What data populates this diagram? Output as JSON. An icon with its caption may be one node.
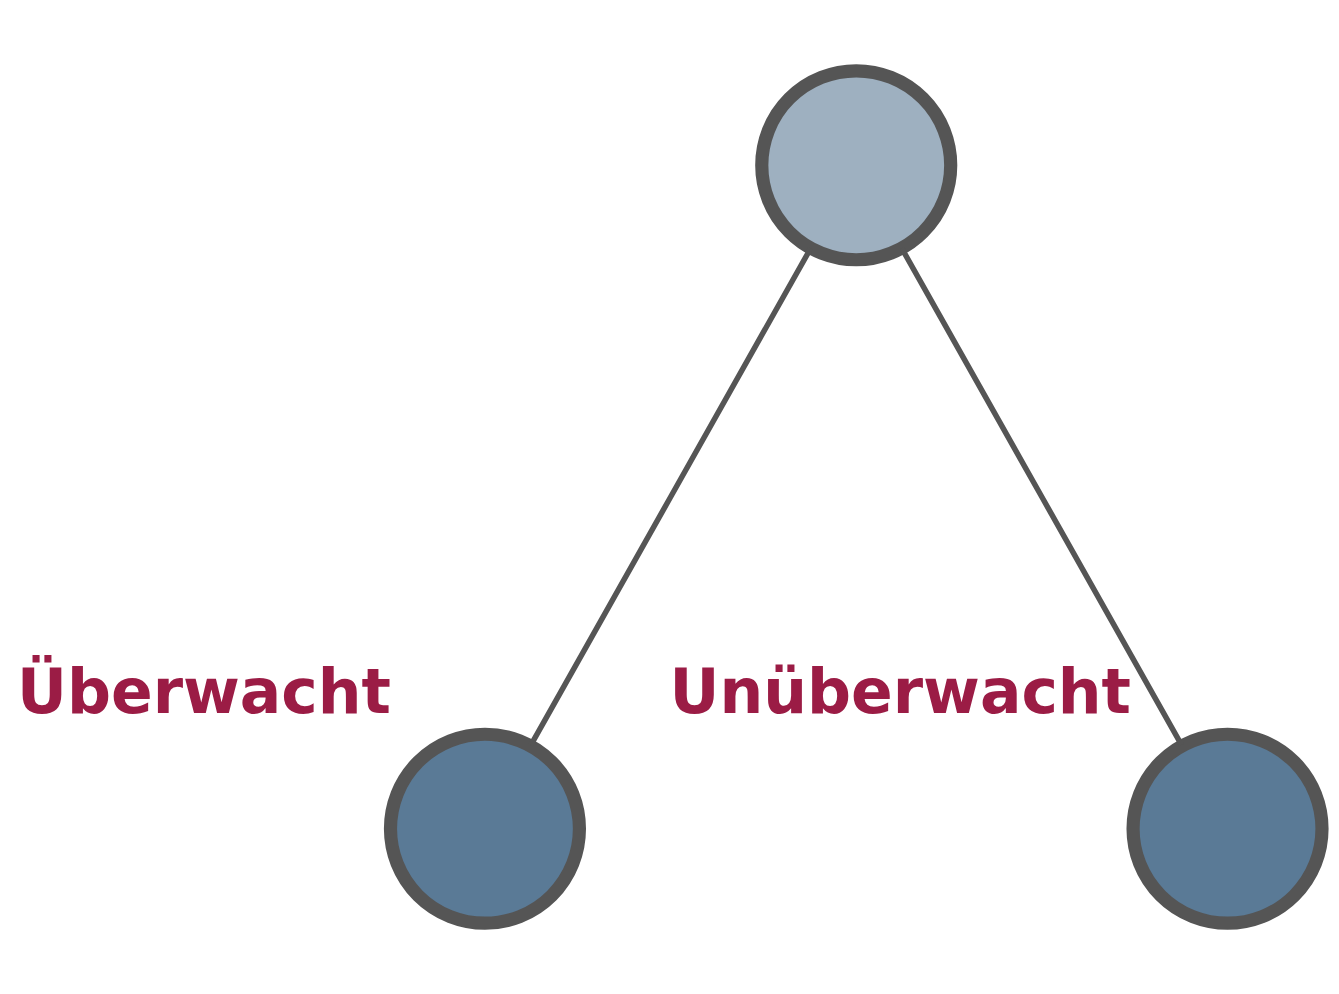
{
  "diagram": {
    "nodes": [
      {
        "text": [],
        "shape": "circle"
      },
      {
        "text": [],
        "shape": "circle",
        "beside": [
          "Überwacht"
        ]
      },
      {
        "text": [],
        "shape": "circle",
        "beside": [
          "Unüberwacht"
        ]
      }
    ],
    "edges": [
      {
        "from": 0,
        "to": 1,
        "arrow": "none"
      },
      {
        "from": 0,
        "to": 2,
        "arrow": "none"
      }
    ]
  }
}
